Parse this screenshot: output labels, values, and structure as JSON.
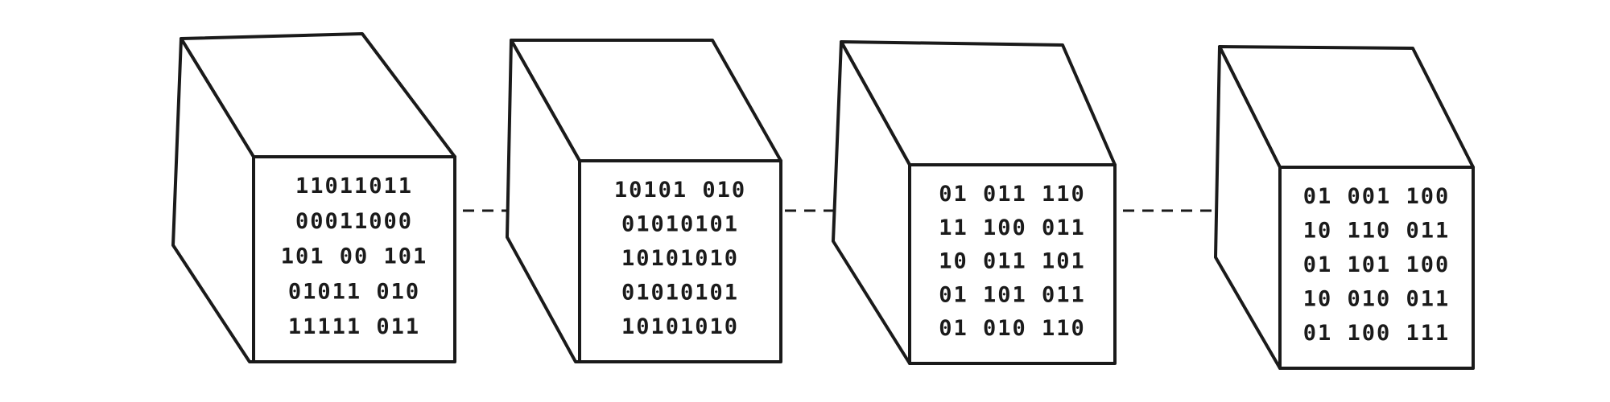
{
  "diagram": {
    "type": "chain-of-blocks",
    "ink_color": "#1a1a1a",
    "blocks": [
      {
        "rows": [
          "11011011",
          "00011000",
          "101 00 101",
          "01011 010",
          "11111 011"
        ]
      },
      {
        "rows": [
          "10101 010",
          "01010101",
          "10101010",
          "01010101",
          "10101010"
        ]
      },
      {
        "rows": [
          "01 011 110",
          "11 100 011",
          "10 011 101",
          "01 101 011",
          "01 010 110"
        ]
      },
      {
        "rows": [
          "01 001 100",
          "10 110 011",
          "01 101 100",
          "10 010 011",
          "01 100 111"
        ]
      }
    ],
    "links": [
      {
        "from": 0,
        "to": 1,
        "style": "dashed"
      },
      {
        "from": 1,
        "to": 2,
        "style": "dashed"
      },
      {
        "from": 2,
        "to": 3,
        "style": "dashed"
      }
    ]
  }
}
